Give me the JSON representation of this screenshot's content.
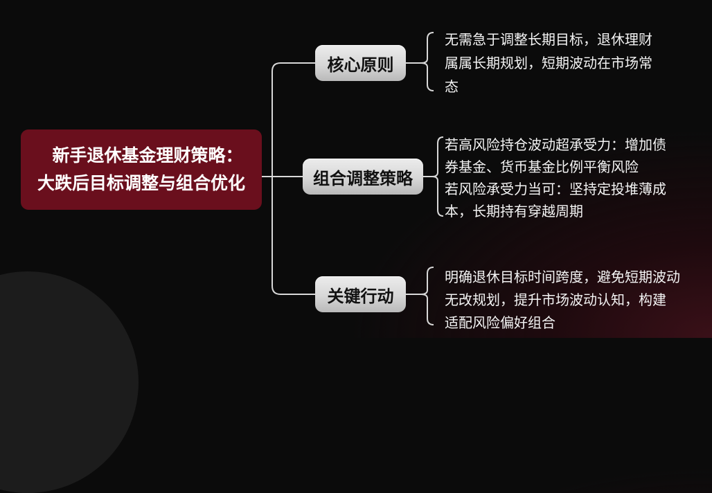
{
  "root": {
    "title_line1": "新手退休基金理财策略：",
    "title_line2": "大跌后目标调整与组合优化",
    "color": "#6a0f1d"
  },
  "branches": [
    {
      "label": "核心原则",
      "details": [
        "无需急于调整长期目标，退休理财",
        "属属长期规划，短期波动在市场常",
        "态"
      ]
    },
    {
      "label": "组合调整策略",
      "details": [
        "若高风险持仓波动超承受力：增加债",
        "券基金、货币基金比例平衡风险",
        "若风险承受力当可：坚持定投堆薄成",
        "本，长期持有穿越周期"
      ]
    },
    {
      "label": "关键行动",
      "details": [
        "明确退休目标时间跨度，避免短期波动",
        "无改规划，提升市场波动认知，构建",
        "适配风险偏好组合"
      ]
    }
  ],
  "colors": {
    "background": "#0b0b0b",
    "connector": "#d9d9d9",
    "node_fill": "#d7d7d7",
    "detail_text": "#f4f4f4"
  }
}
